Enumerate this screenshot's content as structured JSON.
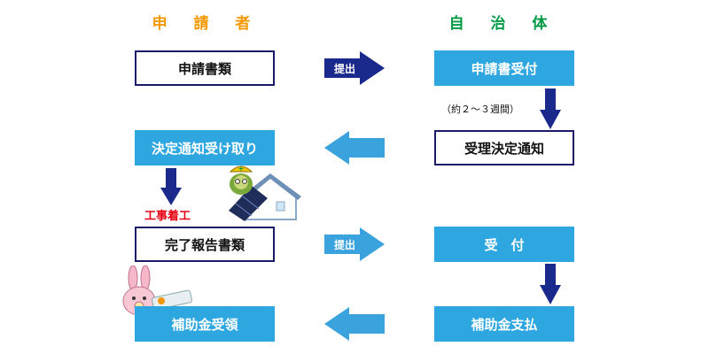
{
  "headers": {
    "applicant": "申 請 者",
    "municipality": "自 治 体"
  },
  "colors": {
    "applicant_header": "#f39800",
    "municipality_header": "#009944",
    "box_fill": "#2ea7e0",
    "box_outline": "#1a1a66",
    "arrow_dark": "#1a2a8c",
    "arrow_light": "#3aa3de",
    "warning_text": "#e60012"
  },
  "applicant": {
    "application_docs": "申請書類",
    "receive_notice": "決定通知受け取り",
    "construction_start": "工事着工",
    "completion_report": "完了報告書類",
    "subsidy_received": "補助金受領"
  },
  "municipality": {
    "application_received": "申請書受付",
    "duration_note": "（約２～３週間）",
    "acceptance_notice": "受理決定通知",
    "received": "受　付",
    "subsidy_payment": "補助金支払"
  },
  "arrows": {
    "submit_1": "提出",
    "submit_2": "提出"
  },
  "icons": {
    "turtle": "turtle-worker-icon",
    "house": "solar-house-icon",
    "rabbit": "rabbit-mascot-icon"
  }
}
